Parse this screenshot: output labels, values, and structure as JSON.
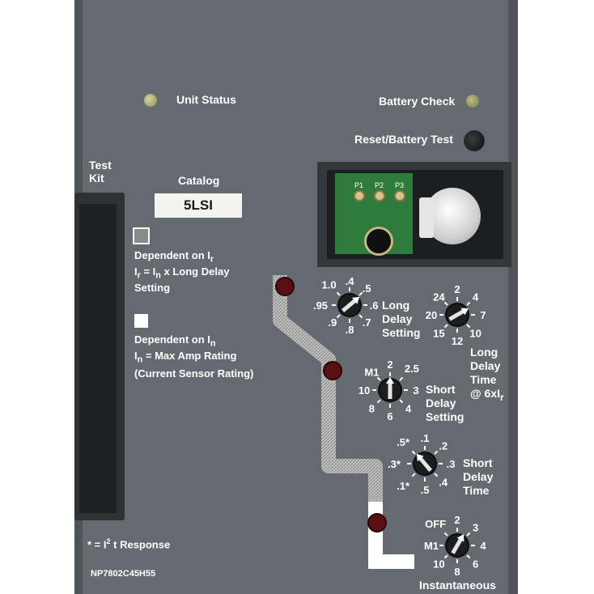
{
  "labels": {
    "unit_status": "Unit Status",
    "battery_check": "Battery Check",
    "reset_battery_test": "Reset/Battery Test",
    "test": "Test",
    "kit": "Kit",
    "catalog": "Catalog",
    "catalog_value": "5LSI",
    "dep_ir_1": "Dependent on I",
    "dep_ir_1_sub": "r",
    "dep_ir_2": "I",
    "dep_ir_2_sub1": "r",
    "dep_ir_2_mid": " = I",
    "dep_ir_2_sub2": "n",
    "dep_ir_2_tail": " x Long Delay",
    "dep_ir_3": "Setting",
    "dep_in_1": "Dependent on I",
    "dep_in_1_sub": "n",
    "dep_in_2": "I",
    "dep_in_2_sub": "n",
    "dep_in_2_tail": " = Max Amp Rating",
    "dep_in_3": "(Current Sensor Rating)",
    "i2t_a": "* = I",
    "i2t_sup": "2",
    "i2t_b": " t Response",
    "model": "NP7802C45H55",
    "pcb_p1": "P1",
    "pcb_p2": "P2",
    "pcb_p3": "P3"
  },
  "dials": {
    "long_delay_setting": {
      "title": [
        "Long",
        "Delay",
        "Setting"
      ],
      "ticks": [
        "1.0",
        ".4",
        ".5",
        ".95",
        ".6",
        ".9",
        ".8",
        ".7"
      ]
    },
    "long_delay_time": {
      "title": [
        "Long",
        "Delay",
        "Time",
        "@ 6xI",
        "r"
      ],
      "ticks": [
        "24",
        "2",
        "4",
        "20",
        "7",
        "15",
        "12",
        "10"
      ]
    },
    "short_delay_setting": {
      "title": [
        "Short",
        "Delay",
        "Setting"
      ],
      "ticks": [
        "M1",
        "2",
        "2.5",
        "10",
        "3",
        "8",
        "6",
        "4"
      ]
    },
    "short_delay_time": {
      "title": [
        "Short",
        "Delay",
        "Time"
      ],
      "ticks": [
        ".5*",
        ".1",
        ".2",
        ".3*",
        ".3",
        ".1*",
        ".5",
        ".4"
      ]
    },
    "instantaneous": {
      "title": [
        "Instantaneous"
      ],
      "ticks": [
        "OFF",
        "2",
        "3",
        "M1",
        "4",
        "10",
        "8",
        "6"
      ]
    }
  },
  "colors": {
    "panel": "#656a70",
    "led_red": "#5a0f14",
    "led_status": "#a9a86a",
    "pcb": "#2f7b3c"
  }
}
